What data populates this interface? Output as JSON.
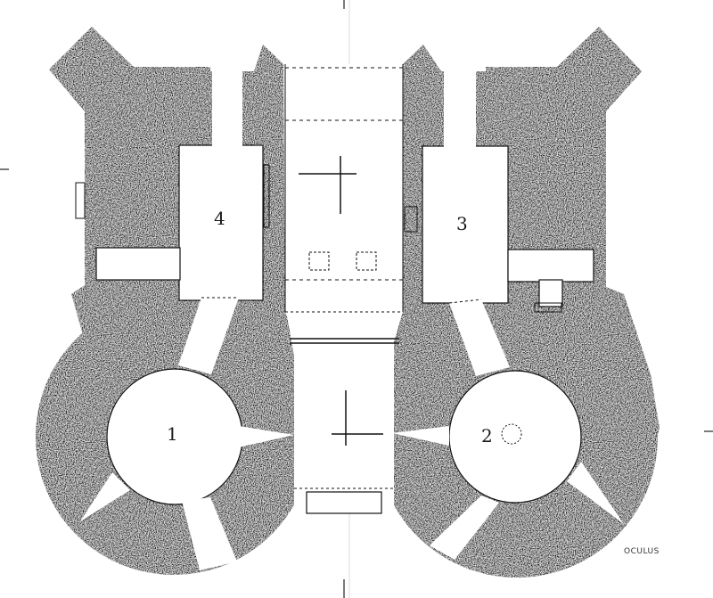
{
  "plan": {
    "rooms": [
      {
        "id": "1",
        "label": "1",
        "kind": "round tower"
      },
      {
        "id": "2",
        "label": "2",
        "kind": "round tower"
      },
      {
        "id": "3",
        "label": "3",
        "kind": "chamber"
      },
      {
        "id": "4",
        "label": "4",
        "kind": "chamber"
      }
    ],
    "signature": "OCULUS"
  },
  "colors": {
    "wall": "#1c1c1c",
    "floor": "#ffffff",
    "outline": "#111111"
  }
}
